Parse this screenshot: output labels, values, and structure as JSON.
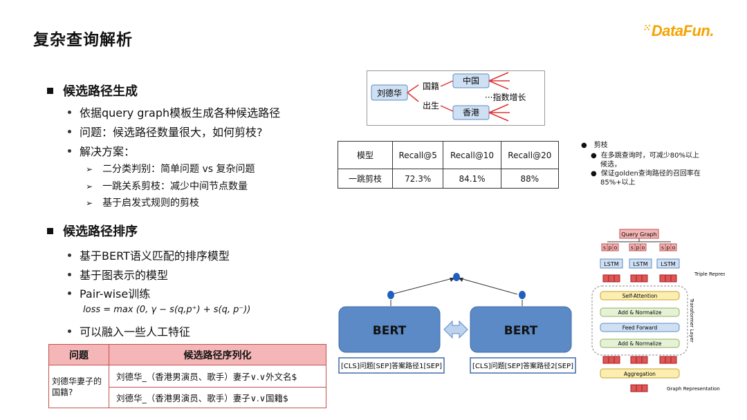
{
  "title": "复杂查询解析",
  "logo": {
    "text": "DataFun."
  },
  "section1": {
    "heading": "候选路径生成",
    "bullets": [
      "依据query graph模板生成各种候选路径",
      "问题：候选路径数量很大，如何剪枝?",
      "解决方案："
    ],
    "sub_bullets": [
      "二分类判别：简单问题 vs 复杂问题",
      "一跳关系剪枝：减少中间节点数量",
      "基于启发式规则的剪枝"
    ]
  },
  "section2": {
    "heading": "候选路径排序",
    "bullets": [
      "基于BERT语义匹配的排序模型",
      "基于图表示的模型",
      "Pair-wise训练"
    ],
    "loss": "loss = max (0, γ − s(q,p⁺) + s(q, p⁻))",
    "bullet_last": "可以融入一些人工特征"
  },
  "path_diagram": {
    "node_person": "刘德华",
    "edge_top": "国籍",
    "edge_bottom": "出生",
    "node_china": "中国",
    "node_hk": "香港",
    "growth": "···指数增长"
  },
  "recall_table": {
    "headers": [
      "模型",
      "Recall@5",
      "Recall@10",
      "Recall@20"
    ],
    "row": [
      "一跳剪枝",
      "72.3%",
      "84.1%",
      "88%"
    ]
  },
  "pruning_note": {
    "title": "剪枝",
    "items": [
      "在多跳查询时，可减少80%以上候选，",
      "保证golden查询路径的召回率在85%+以上"
    ]
  },
  "bert_diagram": {
    "left_label": "BERT",
    "right_label": "BERT",
    "left_input": "[CLS]问题[SEP]答案路径1[SEP]",
    "right_input": "[CLS]问题[SEP]答案路径2[SEP]"
  },
  "graph_model": {
    "query_graph": "Query Graph",
    "spo": [
      "s",
      "p",
      "o"
    ],
    "lstm": "LSTM",
    "triple_repr": "Triple Representations",
    "transformer": "Transformer Layer",
    "self_attention": "Self-Attention",
    "add_norm": "Add & Normalize",
    "feed_forward": "Feed Forward",
    "aggregation": "Aggregation",
    "graph_repr": "Graph Representation"
  },
  "question_table": {
    "headers": [
      "问题",
      "候选路径序列化"
    ],
    "question": "刘德华妻子的国籍?",
    "paths": [
      "刘德华_（香港男演员、歌手）妻子∨.∨外文名$",
      "刘德华_（香港男演员、歌手）妻子∨.∨国籍$"
    ]
  },
  "colors": {
    "pink": "#f4b6b6",
    "bert_blue": "#5b8ac6",
    "node_blue": "#cfe0f3",
    "red": "#e03030",
    "accent": "#f5a300"
  }
}
